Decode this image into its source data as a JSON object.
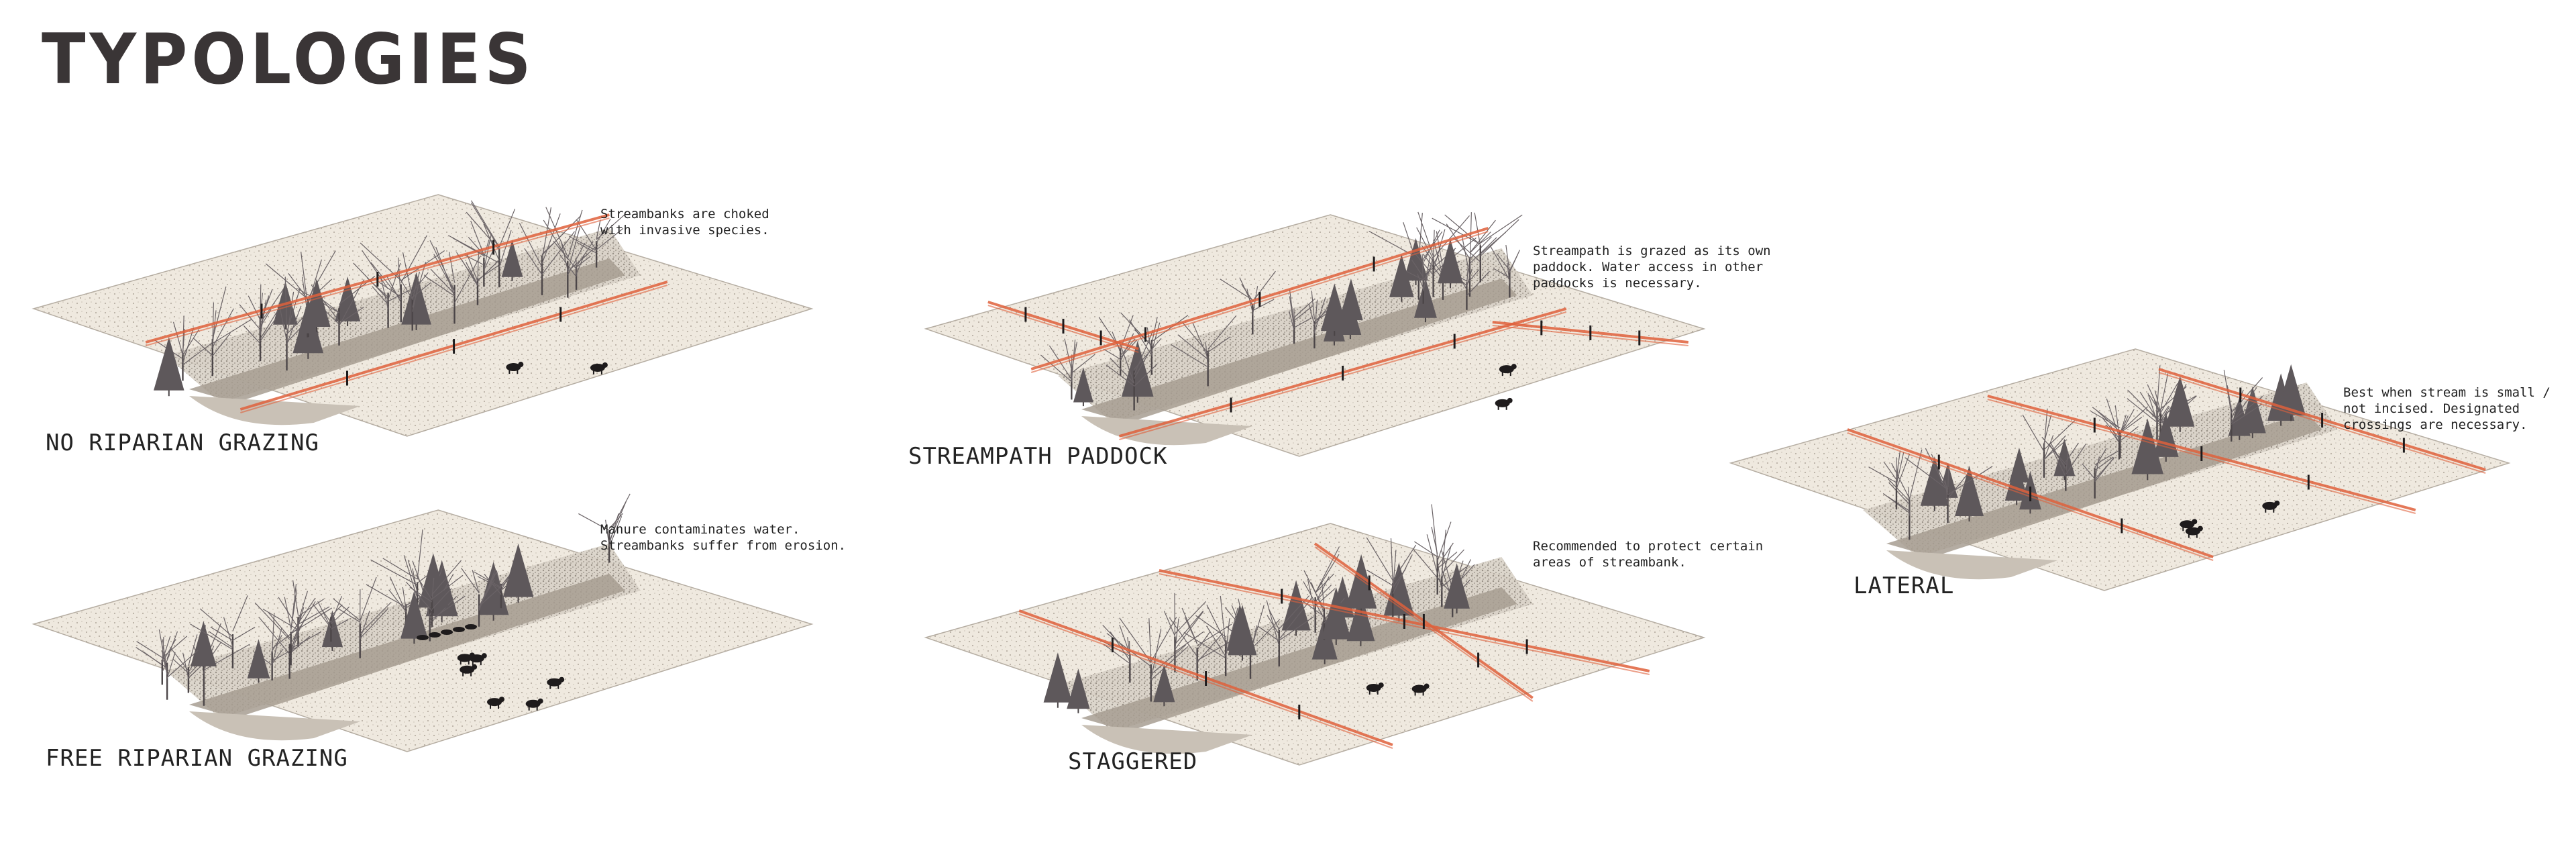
{
  "title": "TYPOLOGIES",
  "colors": {
    "ground": "#ebe3d6",
    "fence": "#e0613c",
    "tree": "#5a5457",
    "channel": "#a79d92"
  },
  "typologies": [
    {
      "label": "NO RIPARIAN GRAZING",
      "note": [
        "Streambanks are choked",
        "with invasive species."
      ]
    },
    {
      "label": "FREE RIPARIAN GRAZING",
      "note": [
        "Manure contaminates water.",
        "Streambanks suffer from erosion."
      ]
    },
    {
      "label": "STREAMPATH PADDOCK",
      "note": [
        "Streampath is grazed as its own",
        "paddock. Water access in other",
        "paddocks is necessary."
      ]
    },
    {
      "label": "STAGGERED",
      "note": [
        "Recommended to protect certain",
        "areas of streambank."
      ]
    },
    {
      "label": "LATERAL",
      "note": [
        "Best when stream is small /",
        "not incised. Designated",
        "crossings are necessary."
      ]
    }
  ]
}
